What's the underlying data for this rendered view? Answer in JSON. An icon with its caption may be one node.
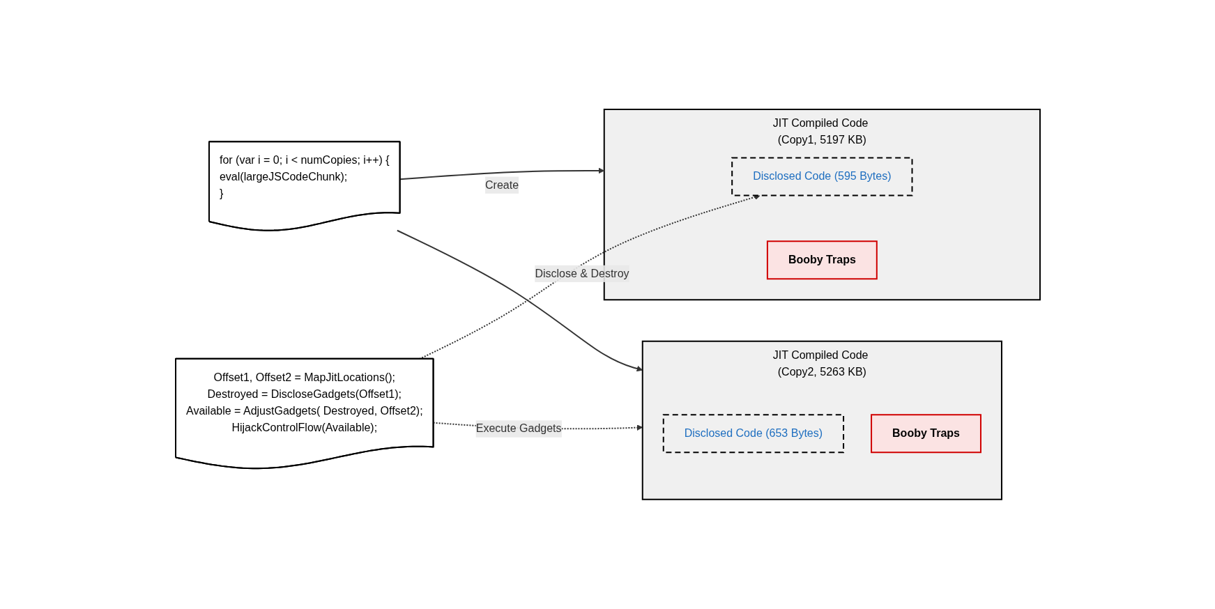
{
  "diagram": {
    "nodes": [
      {
        "text": [
          "for (var i = 0; i < numCopies; i++) {",
          "eval(largeJSCodeChunk);",
          "}"
        ]
      },
      {
        "text": [
          "Offset1, Offset2 = MapJitLocations();",
          "Destroyed = DiscloseGadgets(Offset1);",
          "Available = AdjustGadgets( Destroyed, Offset2);",
          "HijackControlFlow(Available);"
        ]
      },
      {
        "text": [
          "JIT Compiled Code (Copy1, 5197 KB)"
        ]
      },
      {
        "text": [
          "Disclosed Code (595 Bytes)"
        ],
        "in": 2
      },
      {
        "text": [
          "Booby Traps"
        ],
        "in": 2
      },
      {
        "text": [
          "JIT Compiled Code (Copy2, 5263 KB)"
        ]
      },
      {
        "text": [
          "Disclosed Code (653 Bytes)"
        ],
        "in": 5
      },
      {
        "text": [
          "Booby Traps"
        ],
        "in": 5
      }
    ],
    "edges": [
      {
        "from": 0,
        "to": 2,
        "arrow": "to",
        "label": "Create"
      },
      {
        "from": 0,
        "to": 5,
        "arrow": "to"
      },
      {
        "from": 1,
        "to": 3,
        "arrow": "to",
        "label": "Disclose & Destroy",
        "style": "dashed"
      },
      {
        "from": 1,
        "to": 5,
        "arrow": "to",
        "label": "Execute Gadgets",
        "style": "dashed"
      }
    ]
  }
}
